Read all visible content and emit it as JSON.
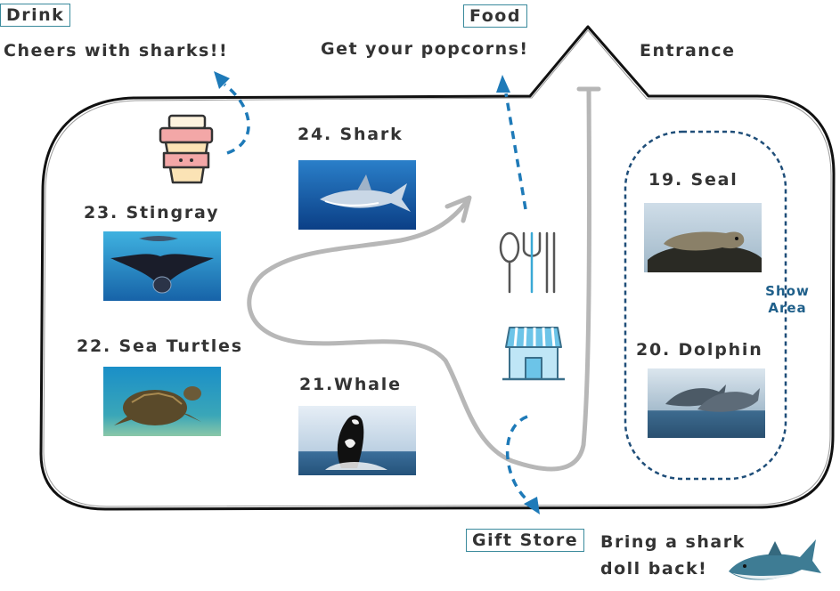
{
  "drink": {
    "tag": "Drink",
    "caption": "Cheers with sharks!!"
  },
  "food": {
    "tag": "Food",
    "caption": "Get your popcorns!"
  },
  "entrance": "Entrance",
  "gift": {
    "tag": "Gift Store",
    "caption_line1": "Bring a shark",
    "caption_line2": "doll back!"
  },
  "exhibits": {
    "shark": "24. Shark",
    "stingray": "23. Stingray",
    "turtles": "22. Sea Turtles",
    "whale": "21.Whale",
    "seal": "19. Seal",
    "dolphin": "20. Dolphin"
  },
  "show_area": {
    "line1": "Show",
    "line2": "Area"
  },
  "colors": {
    "arrow": "#1e7ab8",
    "show_border": "#1f4e79",
    "path": "#aaaaaa",
    "tag_border": "#3a8a9c"
  }
}
